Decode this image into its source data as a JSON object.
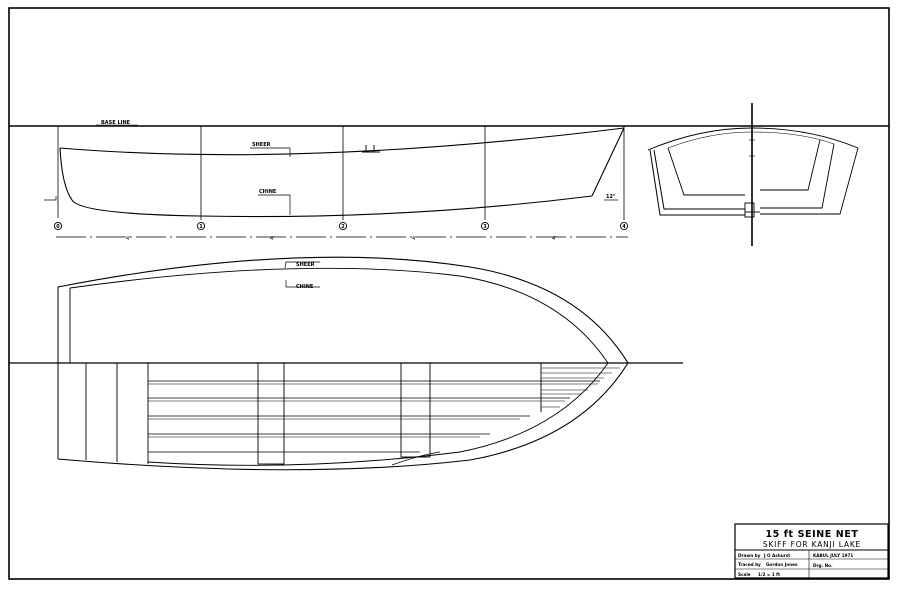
{
  "drawing": {
    "profile_labels": {
      "base_line": "BASE LINE",
      "sheer": "SHEER",
      "chine": "CHINE",
      "sheer_height": "12\""
    },
    "plan_labels": {
      "sheer": "SHEER",
      "chine": "CHINE"
    },
    "stations": [
      "0",
      "1",
      "2",
      "3",
      "4"
    ],
    "station_spacing": [
      "4'",
      "4'",
      "4'",
      "4'"
    ],
    "title_block": {
      "title": "15 ft SEINE NET",
      "subtitle": "SKIFF FOR KANJI LAKE",
      "drawn_by_label": "Drawn by",
      "drawn_by_value": "J O Ashurst",
      "traced_by_label": "Traced by",
      "traced_by_value": "Gordon Jones",
      "scale_label": "Scale",
      "scale_value": "1/2 = 1 ft",
      "date_value": "KABUL JULY 1971",
      "drawing_no_label": "Drg. No."
    }
  }
}
